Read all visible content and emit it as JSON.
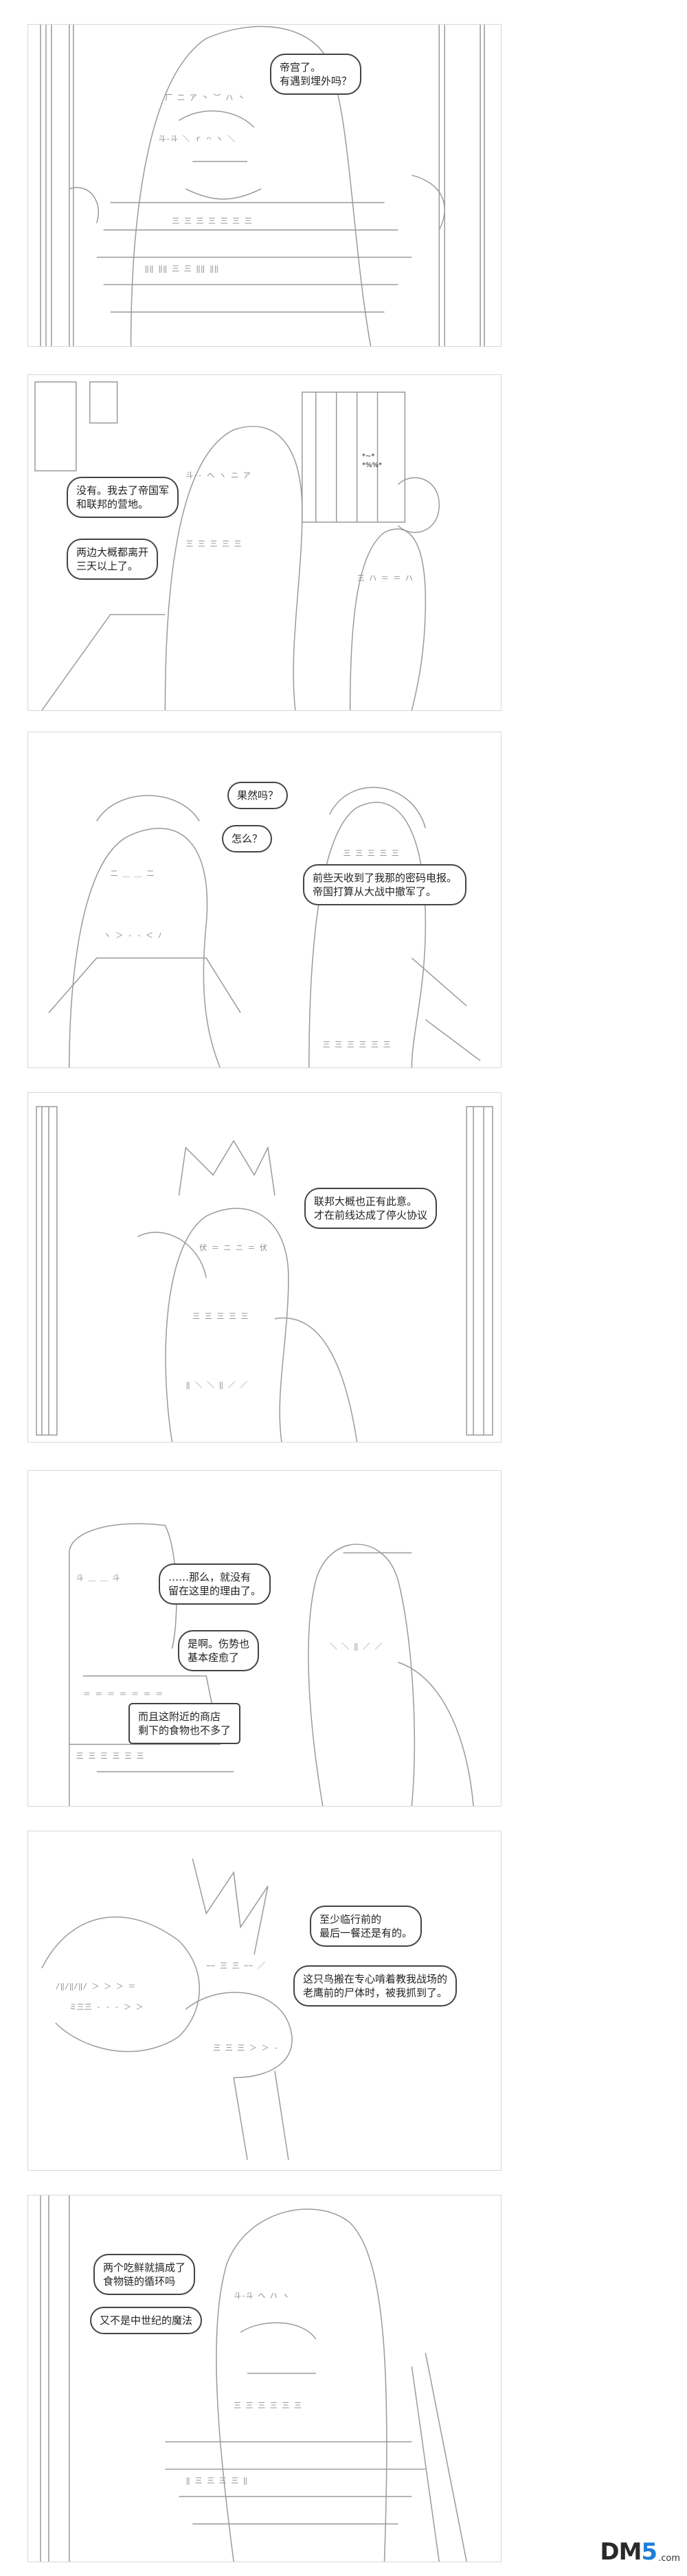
{
  "panels": [
    {
      "id": "panel-1",
      "bubbles": [
        {
          "id": "p1-b1",
          "text": "帝宫了。\n有遇到埋外吗？"
        }
      ]
    },
    {
      "id": "panel-2",
      "bubbles": [
        {
          "id": "p2-b1",
          "text": "没有。我去了帝国军\n和联邦的营地。"
        },
        {
          "id": "p2-b2",
          "text": "两边大概都离开\n三天以上了。"
        },
        {
          "id": "p2-b3",
          "text": "*~*\n*%%*"
        }
      ]
    },
    {
      "id": "panel-3",
      "bubbles": [
        {
          "id": "p3-b1",
          "text": "果然吗？"
        },
        {
          "id": "p3-b2",
          "text": "怎么？"
        },
        {
          "id": "p3-b3",
          "text": "前些天收到了我那的密码电报。\n帝国打算从大战中撤军了。"
        }
      ]
    },
    {
      "id": "panel-4",
      "bubbles": [
        {
          "id": "p4-b1",
          "text": "联邦大概也正有此意。\n才在前线达成了停火协议"
        }
      ]
    },
    {
      "id": "panel-5",
      "bubbles": [
        {
          "id": "p5-b1",
          "text": "……那么，就没有\n留在这里的理由了。"
        },
        {
          "id": "p5-b2",
          "text": "是啊。伤势也\n基本痊愈了"
        },
        {
          "id": "p5-b3",
          "text": "而且这附近的商店\n剩下的食物也不多了"
        }
      ]
    },
    {
      "id": "panel-6",
      "bubbles": [
        {
          "id": "p6-b1",
          "text": "至少临行前的\n最后一餐还是有的。"
        },
        {
          "id": "p6-b2",
          "text": "这只鸟搬在专心啃着教我战场的\n老鹰前的尸体时，被我抓到了。"
        }
      ]
    },
    {
      "id": "panel-7",
      "bubbles": [
        {
          "id": "p7-b1",
          "text": "两个吃鲜就搞成了\n食物链的循环吗"
        },
        {
          "id": "p7-b2",
          "text": "又不是中世纪的魔法"
        }
      ]
    }
  ],
  "watermark": {
    "brand_dm": "DM",
    "brand_5": "5",
    "suffix": ".com"
  },
  "colors": {
    "ink": "#444444",
    "accent": "#1f7fd6",
    "background": "#ffffff"
  }
}
